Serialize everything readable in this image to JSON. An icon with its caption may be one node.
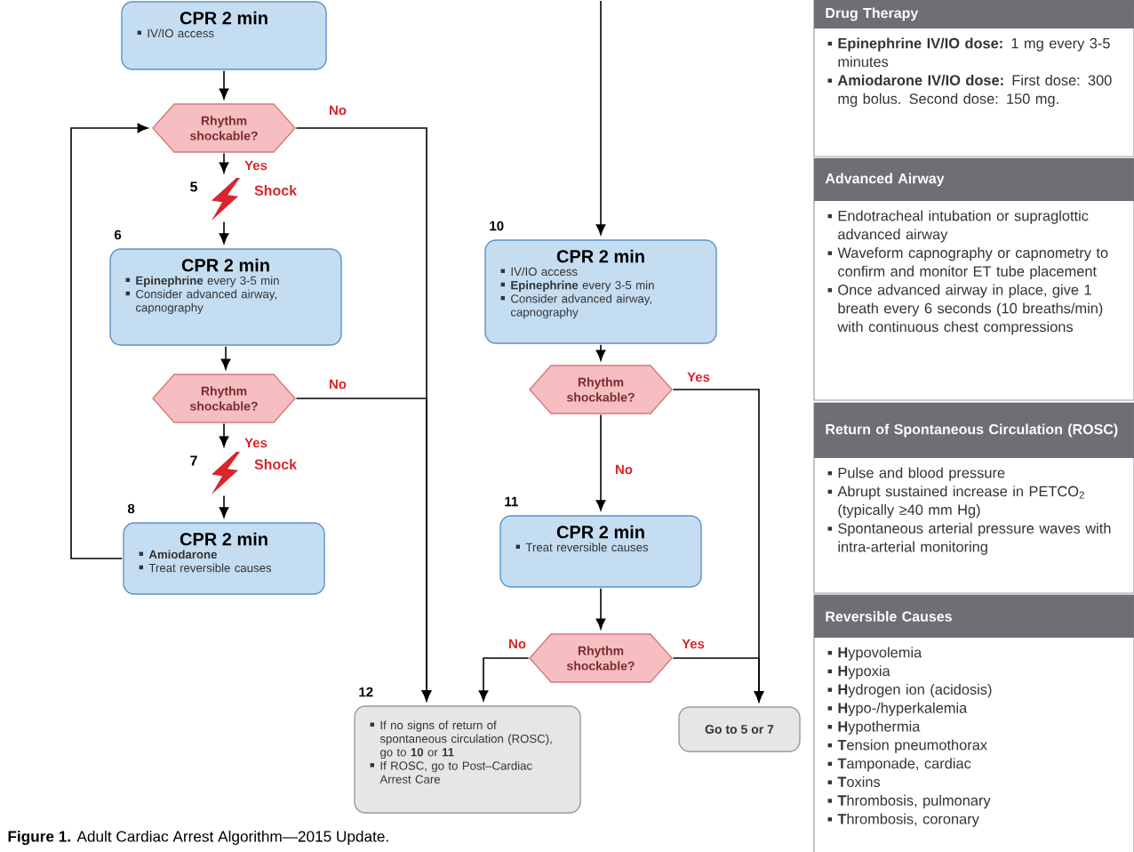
{
  "diagram": {
    "caption": "**Figure 1.** Adult Cardiac Arrest Algorithm—2015 Update.",
    "nodes": [
      {
        "text": [
          "CPR 2 min",
          "IV/IO access"
        ]
      },
      {
        "text": [
          "Rhythm shockable?"
        ]
      },
      {
        "text": [],
        "shape": "lightning",
        "beside": [
          "5",
          "Shock"
        ]
      },
      {
        "text": [
          "CPR 2 min",
          "**Epinephrine** every 3-5 min",
          "Consider advanced airway, capnography"
        ],
        "beside": [
          "6"
        ]
      },
      {
        "text": [
          "Rhythm shockable?"
        ]
      },
      {
        "text": [],
        "shape": "lightning",
        "beside": [
          "7",
          "Shock"
        ]
      },
      {
        "text": [
          "CPR 2 min",
          "**Amiodarone**",
          "Treat reversible causes"
        ],
        "beside": [
          "8"
        ]
      },
      {
        "text": [
          "CPR 2 min",
          "IV/IO access",
          "**Epinephrine** every 3-5 min",
          "Consider advanced airway, capnography"
        ],
        "beside": [
          "10"
        ]
      },
      {
        "text": [
          "Rhythm shockable?"
        ]
      },
      {
        "text": [
          "CPR 2 min",
          "Treat reversible causes"
        ],
        "beside": [
          "11"
        ]
      },
      {
        "text": [
          "Rhythm shockable?"
        ]
      },
      {
        "text": [
          "If no signs of return of spontaneous circulation (ROSC), go to **10** or **11**",
          "If ROSC, go to Post–Cardiac Arrest Care"
        ],
        "beside": [
          "12"
        ]
      },
      {
        "text": [
          "Go to 5 or 7"
        ]
      },
      {
        "text": [
          "Drug Therapy",
          "**Epinephrine IV/IO dose:** 1 mg every 3-5 minutes",
          "**Amiodarone IV/IO dose:** First dose: 300 mg bolus. Second dose: 150 mg."
        ]
      },
      {
        "text": [
          "Advanced Airway",
          "Endotracheal intubation or supraglottic advanced airway",
          "Waveform capnography or capnometry to confirm and monitor ET tube placement",
          "Once advanced airway in place, give 1 breath every 6 seconds (10 breaths/min) with continuous chest compressions"
        ]
      },
      {
        "text": [
          "Return of Spontaneous Circulation (ROSC)",
          "Pulse and blood pressure",
          "Abrupt sustained increase in PETCO$_{2}$ (typically ≥40 mm Hg)",
          "Spontaneous arterial pressure waves with intra-arterial monitoring"
        ]
      },
      {
        "text": [
          "Reversible Causes",
          "**H**ypovolemia",
          "**H**ypoxia",
          "**H**ydrogen ion (acidosis)",
          "**H**ypo-/hyperkalemia",
          "**H**ypothermia",
          "**T**ension pneumothorax",
          "**T**amponade, cardiac",
          "**T**oxins",
          "**T**hrombosis, pulmonary",
          "**T**hrombosis, coronary"
        ]
      }
    ],
    "edges": [
      {
        "from": 0,
        "to": 1,
        "arrow": "to"
      },
      {
        "from": 1,
        "to": 2,
        "arrow": "to",
        "label": "Yes"
      },
      {
        "from": 2,
        "to": 3,
        "arrow": "to"
      },
      {
        "from": 1,
        "to": 11,
        "arrow": "to",
        "label": "No"
      },
      {
        "from": 3,
        "to": 4,
        "arrow": "to"
      },
      {
        "from": 4,
        "to": 5,
        "arrow": "to",
        "label": "Yes"
      },
      {
        "from": 4,
        "to": 11,
        "arrow": "to",
        "label": "No"
      },
      {
        "from": 5,
        "to": 6,
        "arrow": "to"
      },
      {
        "from": 6,
        "to": 1,
        "arrow": "to"
      },
      {
        "from": null,
        "to": 7,
        "arrow": "to"
      },
      {
        "from": 7,
        "to": 8,
        "arrow": "to"
      },
      {
        "from": 8,
        "to": 12,
        "arrow": "to",
        "label": "Yes"
      },
      {
        "from": 8,
        "to": 9,
        "arrow": "to",
        "label": "No"
      },
      {
        "from": 9,
        "to": 10,
        "arrow": "to"
      },
      {
        "from": 10,
        "to": 11,
        "arrow": "to",
        "label": "No"
      },
      {
        "from": 10,
        "to": 12,
        "arrow": "to",
        "label": "Yes"
      }
    ]
  }
}
